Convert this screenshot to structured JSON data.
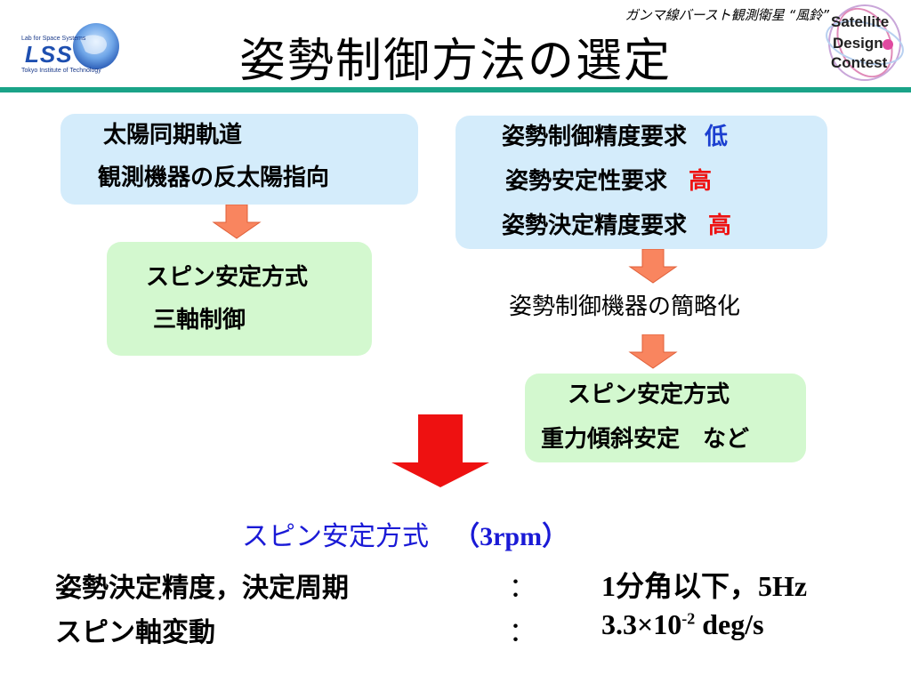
{
  "header": {
    "caption": "ガンマ線バースト観測衛星 “風鈴”",
    "title": "姿勢制御方法の選定"
  },
  "logo_lss": {
    "line1": "Lab for Space Systems",
    "mark": "LSS",
    "line2": "Tokyo Institute of Technology"
  },
  "logo_sdc": {
    "line1": "Satellite",
    "line2": "Design",
    "line3": "Contest"
  },
  "box_orbit": {
    "line1": "太陽同期軌道",
    "line2": "観測機器の反太陽指向"
  },
  "box_requirements": {
    "row1_label": "姿勢制御精度要求",
    "row1_level": "低",
    "row2_label": "姿勢安定性要求",
    "row2_level": "高",
    "row3_label": "姿勢決定精度要求",
    "row3_level": "高"
  },
  "box_left_option": {
    "line1": "スピン安定方式",
    "line2": "三軸制御"
  },
  "simplify_text": "姿勢制御機器の簡略化",
  "box_right_option": {
    "line1": "スピン安定方式",
    "line2": "重力傾斜安定　など"
  },
  "result": {
    "method": "スピン安定方式",
    "rpm": "（3rpm）"
  },
  "specs": [
    {
      "label": "姿勢決定精度，決定周期",
      "colon": "：",
      "value": "1分角以下，5Hz"
    },
    {
      "label": "スピン軸変動",
      "colon": "：",
      "value_base": "3.3×10",
      "value_exp": "-2",
      "value_unit": " deg/s"
    }
  ],
  "colors": {
    "rule": "#1aa388",
    "box_blue": "#d4ecfb",
    "box_green": "#d3f8cf",
    "arrow_small": "#f9855f",
    "arrow_big": "#ee1111",
    "level_low": "#1b3fd0",
    "level_high": "#ee1111",
    "result_blue": "#1a1ad6"
  },
  "icons": [
    "down-arrow-icon",
    "big-down-arrow-icon",
    "globe-icon",
    "orbit-rings-icon"
  ]
}
